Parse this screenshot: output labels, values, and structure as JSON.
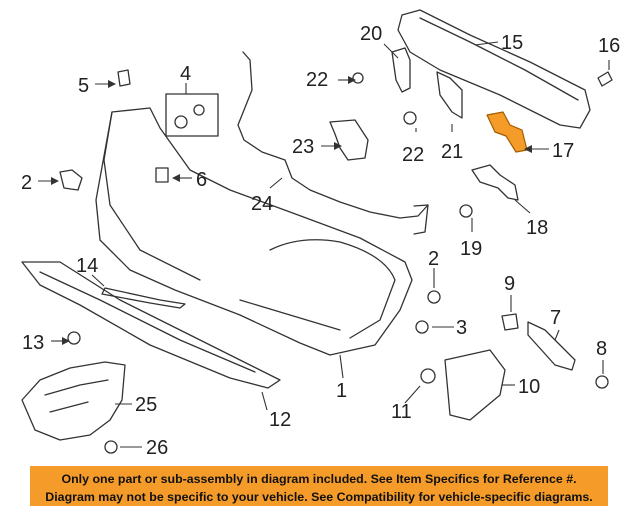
{
  "diagram": {
    "callouts": {
      "c1": "1",
      "c2a": "2",
      "c2b": "2",
      "c3": "3",
      "c4": "4",
      "c5": "5",
      "c6": "6",
      "c7": "7",
      "c8": "8",
      "c9": "9",
      "c10": "10",
      "c11": "11",
      "c12": "12",
      "c13": "13",
      "c14": "14",
      "c15": "15",
      "c16": "16",
      "c17": "17",
      "c18": "18",
      "c19": "19",
      "c20": "20",
      "c21": "21",
      "c22a": "22",
      "c22b": "22",
      "c23": "23",
      "c24": "24",
      "c25": "25",
      "c26": "26"
    },
    "highlight_color": "#f59b2a",
    "notice": {
      "line1": "Only one part or sub-assembly in diagram included. See Item Specifics for Reference #.",
      "line2": "Diagram may not be specific to your vehicle. See Compatibility for vehicle-specific diagrams."
    }
  }
}
